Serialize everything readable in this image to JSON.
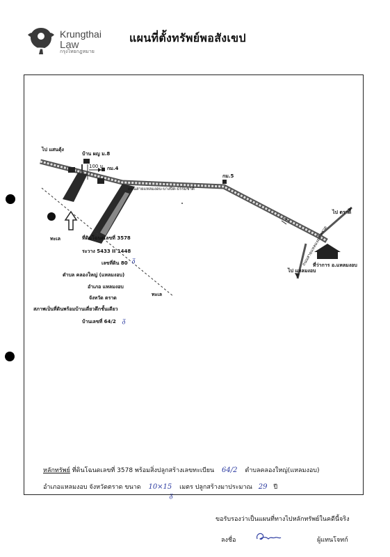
{
  "header": {
    "logo_line1": "Krungthai",
    "logo_line2": "Law",
    "logo_line3": "กรุงไทยกฎหมาย",
    "title": "แผนที่ตั้งทรัพย์พอสังเขป"
  },
  "map": {
    "to_saen_tung": "ไป แสนตุ้ง",
    "village": "บ้าน ผญ ม.8",
    "distance": "100 ม.",
    "km4": "กม.4",
    "km5": "กม.5",
    "road_name": "ถนนสายแหลมงอบ-บางปิด-ธรรมชาติ",
    "parcel_label": "ที่ดินโฉนด",
    "sea_left": "ทะเล",
    "sea_right": "ทะเล",
    "to_trat": "ไป ตราด",
    "to_laem_ngop": "ไป แหลมงอบ",
    "district_office": "ที่ว่าการ อ.แหลมงอบ",
    "road_right": "ถนนสายแหลมงอบ-ตราด",
    "info": [
      "ที่ดินโฉนดเลขที่ 3578",
      "ระวาง 5433 II 1448",
      "เลขที่ดิน 80",
      "ตำบล คลองใหญ่ (แหลมงอบ)",
      "อำเภอ แหลมงอบ",
      "จังหวัด ตราด",
      "สภาพเป็นที่ดินพร้อมบ้านเดี่ยวตึกชั้นเดียว",
      "บ้านเลขที่ 64/2"
    ]
  },
  "footer": {
    "collateral_label": "หลักทรัพย์",
    "line1_part1": "ที่ดินโฉนดเลขที่ 3578 พร้อมสิ่งปลูกสร้างเลขทะเบียน",
    "house_no": "64/2",
    "line1_part2": "ตำบลคลองใหญ่(แหลมงอบ)",
    "line2_part1": "อำเภอแหลมงอบ จังหวัดตราด  ขนาด",
    "size": "10×15",
    "line2_part2": "เมตร ปลูกสร้างมาประมาณ",
    "years": "29",
    "line2_part3": "ปี",
    "certify": "ขอรับรองว่าเป็นแผนที่ทางไปหลักทรัพย์ในคดีนี้จริง",
    "sign_label": "ลงชื่อ",
    "sign_role": "ผู้แทนโจทก์"
  }
}
